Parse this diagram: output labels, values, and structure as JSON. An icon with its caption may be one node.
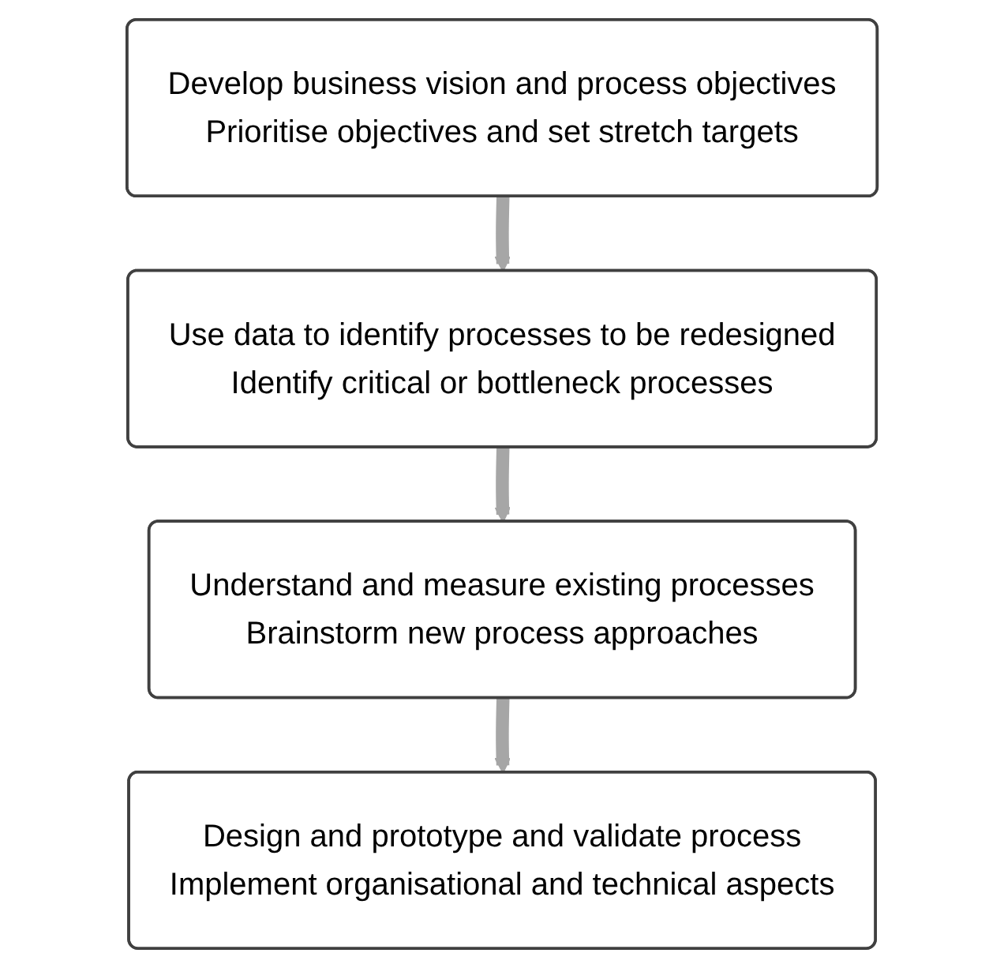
{
  "diagram": {
    "nodes": [
      {
        "text": [
          "Develop business vision and process objectives",
          "Prioritise objectives and set stretch targets"
        ]
      },
      {
        "text": [
          "Use data to identify processes to be redesigned",
          "Identify critical or bottleneck processes"
        ]
      },
      {
        "text": [
          "Understand and measure existing processes",
          "Brainstorm new process approaches"
        ]
      },
      {
        "text": [
          "Design and prototype and validate process",
          "Implement organisational and technical aspects"
        ]
      }
    ],
    "edges": [
      {
        "from": 0,
        "to": 1,
        "arrow": "to"
      },
      {
        "from": 1,
        "to": 2,
        "arrow": "to"
      },
      {
        "from": 2,
        "to": 3,
        "arrow": "to"
      }
    ]
  }
}
